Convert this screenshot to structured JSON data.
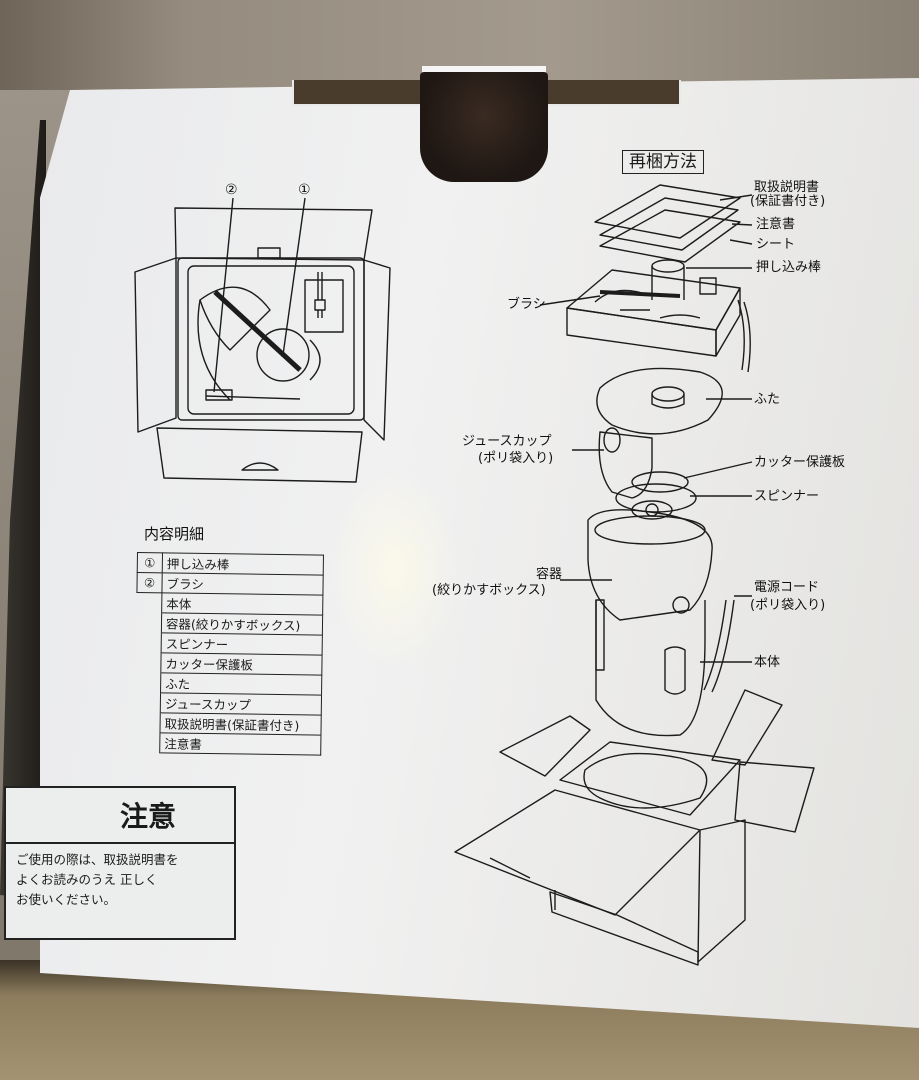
{
  "scene": "Back panel of a juicer product box showing package contents and repacking instructions",
  "contents_diagram": {
    "callouts": [
      "②",
      "①"
    ]
  },
  "contents_list": {
    "title": "内容明細",
    "items": [
      {
        "num": "①",
        "label": "押し込み棒"
      },
      {
        "num": "②",
        "label": "ブラシ"
      },
      {
        "num": "",
        "label": "本体"
      },
      {
        "num": "",
        "label": "容器(絞りかすボックス)"
      },
      {
        "num": "",
        "label": "スピンナー"
      },
      {
        "num": "",
        "label": "カッター保護板"
      },
      {
        "num": "",
        "label": "ふた"
      },
      {
        "num": "",
        "label": "ジュースカップ"
      },
      {
        "num": "",
        "label": "取扱説明書(保証書付き)"
      },
      {
        "num": "",
        "label": "注意書"
      }
    ]
  },
  "caution": {
    "icon": "warning-triangle-icon",
    "title": "注意",
    "lines": [
      "ご使用の際は、取扱説明書を",
      "よくお読みのうえ 正しく",
      "お使いください。"
    ]
  },
  "repacking": {
    "title": "再梱方法",
    "labels": {
      "manual": "取扱説明書",
      "manual_sub": "(保証書付き)",
      "caution_sheet": "注意書",
      "sheet": "シート",
      "pusher": "押し込み棒",
      "brush": "ブラシ",
      "lid": "ふた",
      "juice_cup": "ジュースカップ",
      "juice_cup_sub": "(ポリ袋入り)",
      "cutter_guard": "カッター保護板",
      "spinner": "スピンナー",
      "container": "容器",
      "container_sub": "(絞りかすボックス)",
      "power_cord": "電源コード",
      "power_cord_sub": "(ポリ袋入り)",
      "body": "本体"
    }
  },
  "colors": {
    "print_ink": "#1a1a1a",
    "warning_yellow": "#f2d400",
    "box_white": "#eeeeee",
    "handle_brown": "#2a1f19"
  }
}
